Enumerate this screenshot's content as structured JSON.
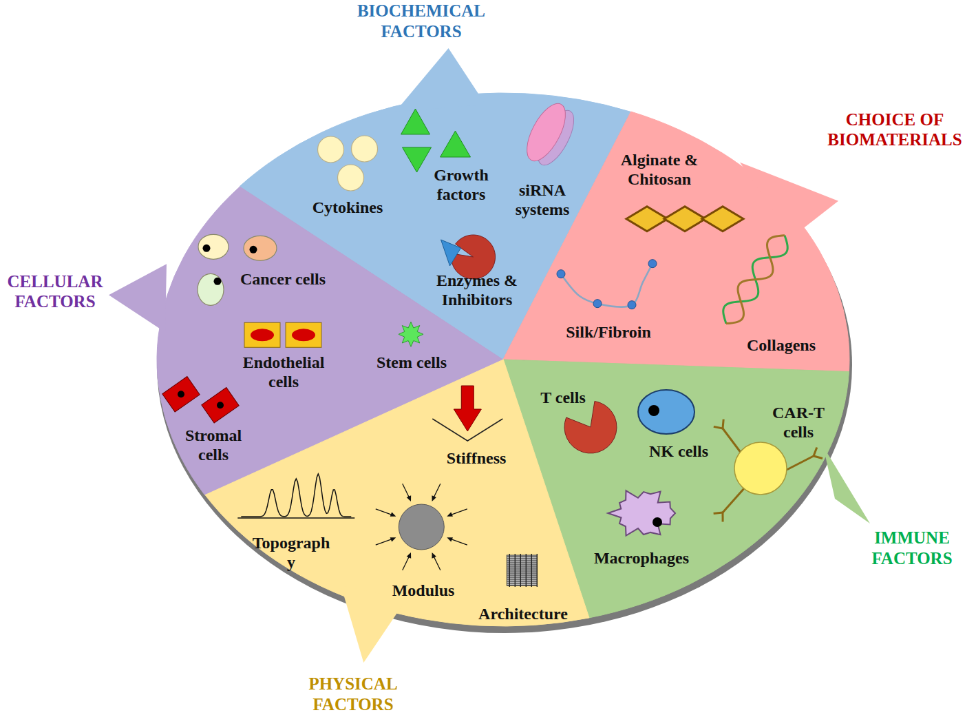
{
  "diagram": {
    "nodes": [
      {
        "text": [
          "BIOCHEMICAL FACTORS",
          "Cytokines",
          "Growth factors",
          "siRNA systems",
          "Enzymes & Inhibitors"
        ]
      },
      {
        "text": [
          "CHOICE OF BIOMATERIALS",
          "Alginate & Chitosan",
          "Silk/Fibroin",
          "Collagens"
        ]
      },
      {
        "text": [
          "CELLULAR FACTORS",
          "Cancer cells",
          "Endothelial cells",
          "Stem cells",
          "Stromal cells"
        ]
      },
      {
        "text": [
          "IMMUNE FACTORS",
          "T cells",
          "NK cells",
          "CAR-T cells",
          "Macrophages"
        ]
      },
      {
        "text": [
          "PHYSICAL FACTORS",
          "Stiffness",
          "Topograph y",
          "Modulus",
          "Architecture"
        ]
      }
    ]
  }
}
